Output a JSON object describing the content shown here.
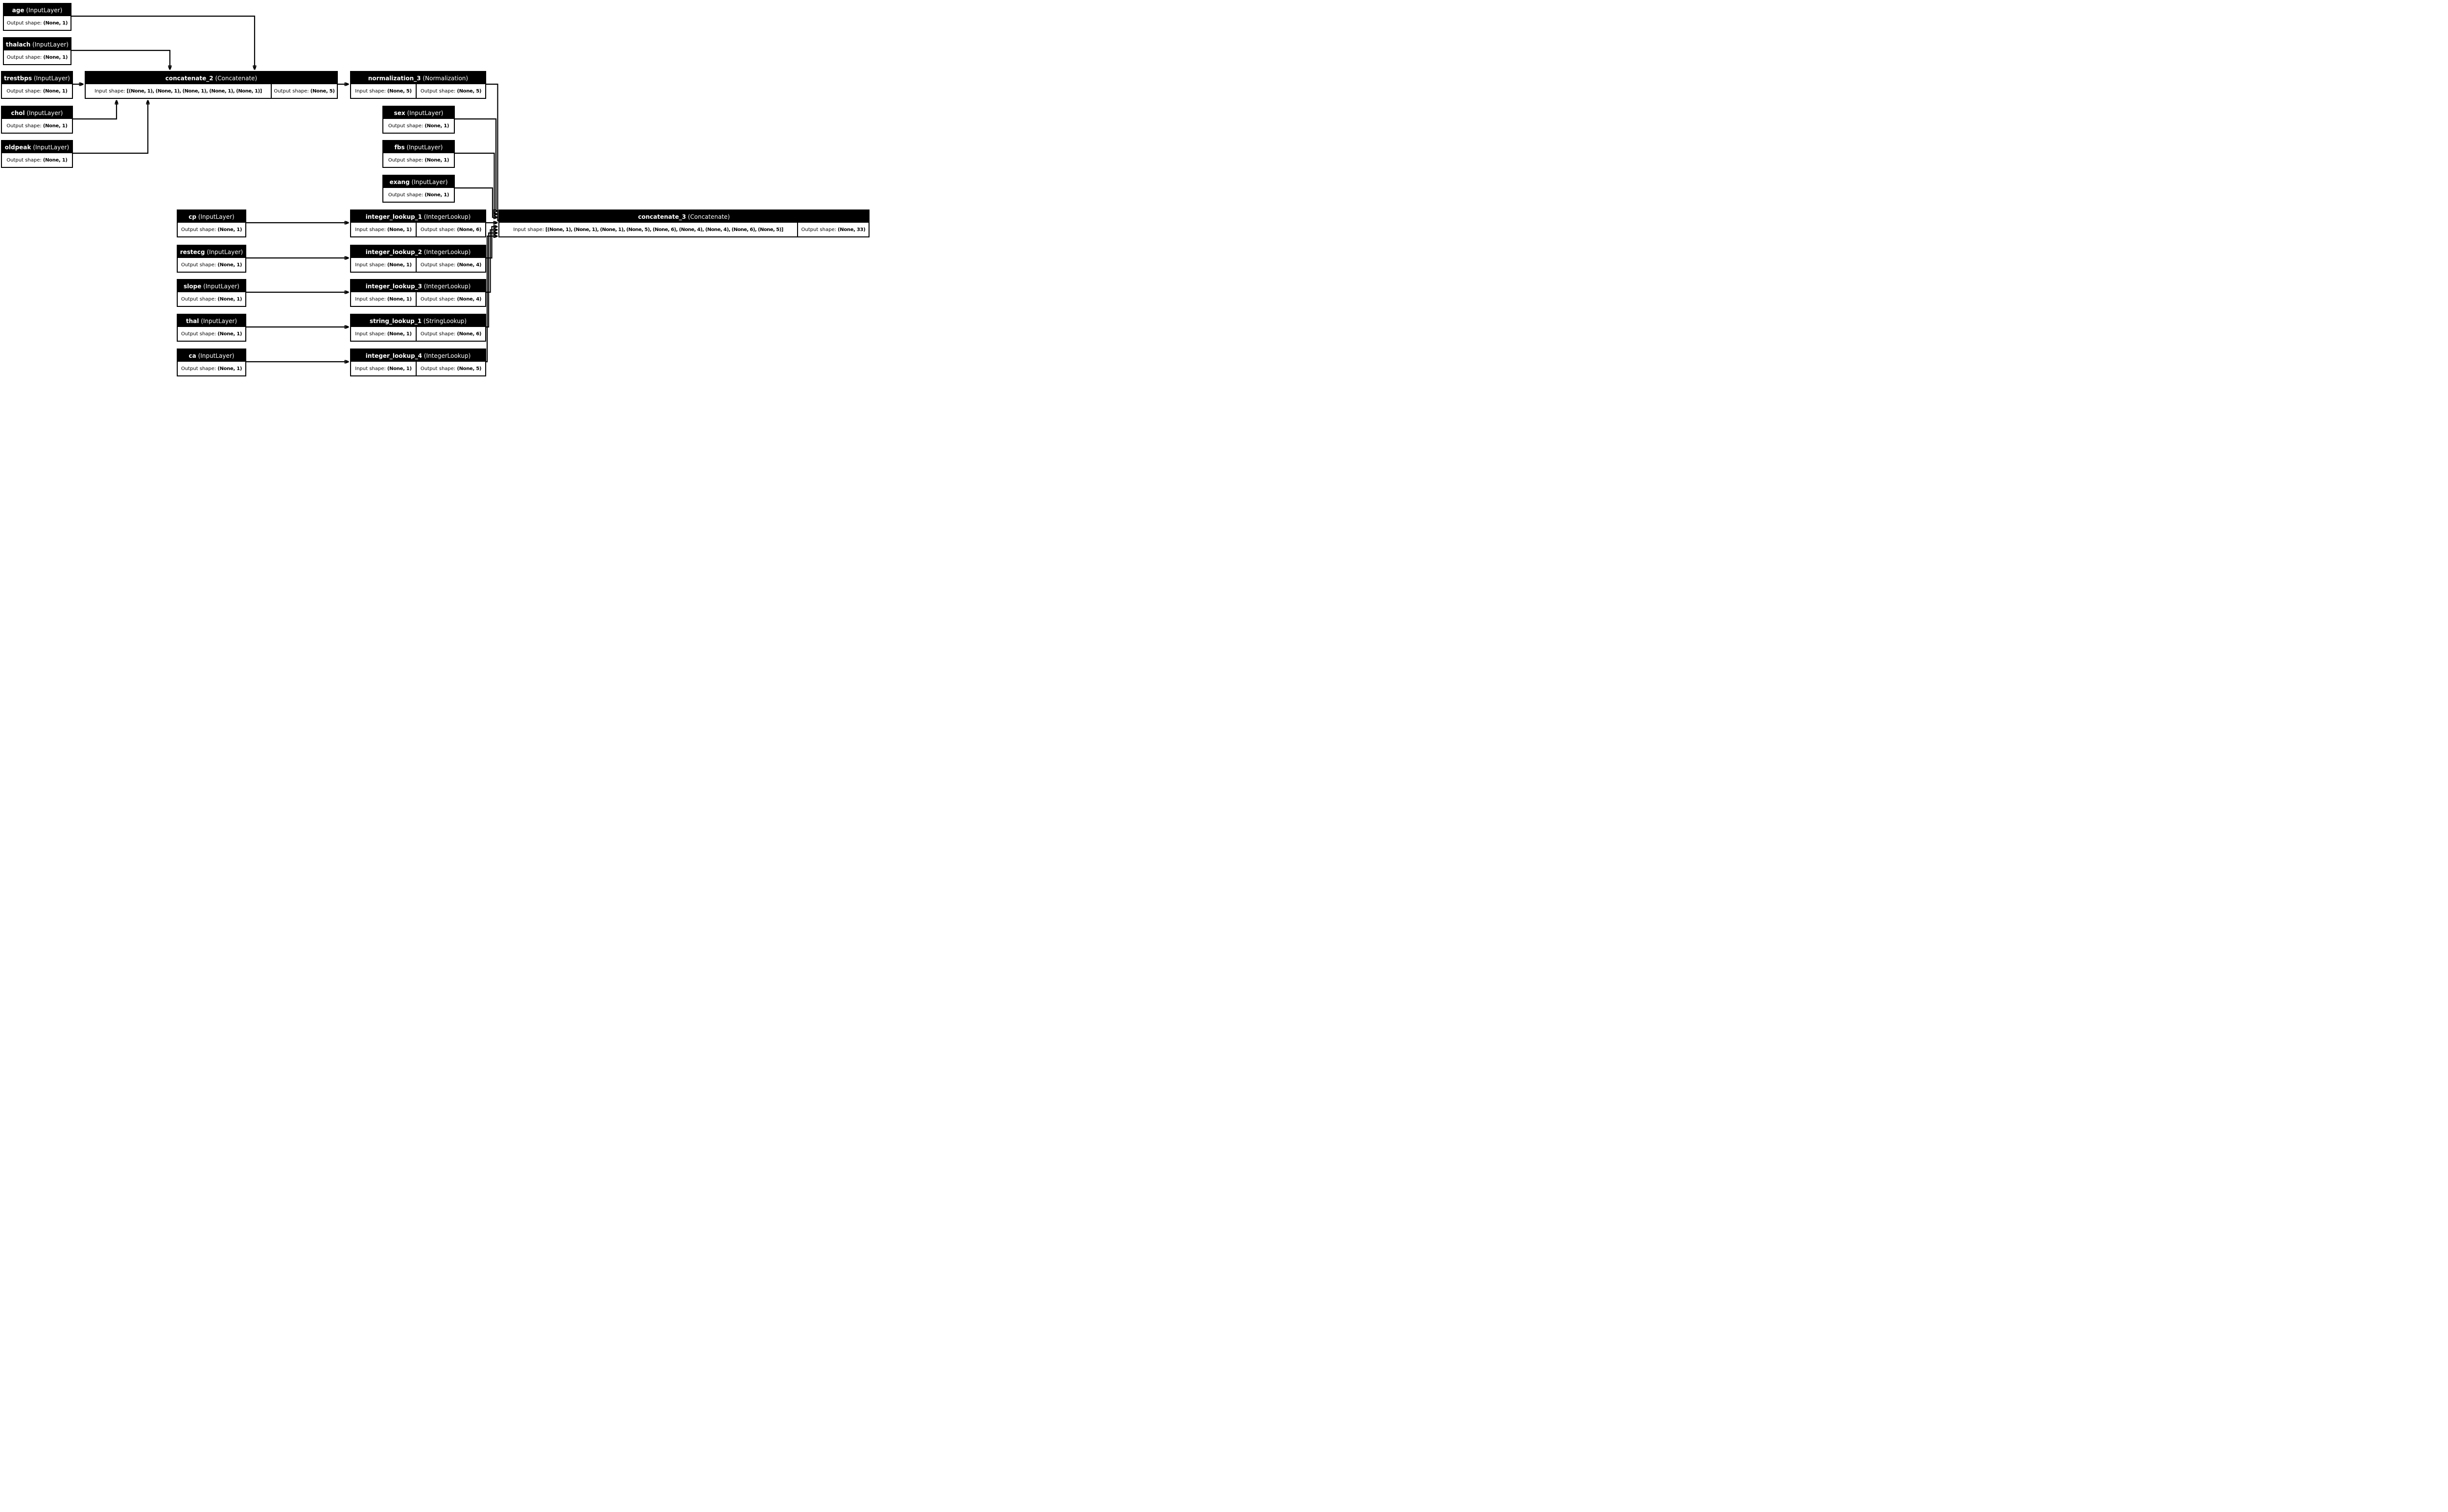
{
  "labels": {
    "input_prefix": "Input shape:",
    "output_prefix": "Output shape:"
  },
  "colors": {
    "node_header_fill": "#000000",
    "node_header_text": "#ffffff",
    "cell_fill": "#ffffff",
    "cell_text": "#000000",
    "edge": "#000000",
    "background": "#ffffff"
  },
  "nodes": {
    "age": {
      "name": "age",
      "type": "(InputLayer)",
      "output_shape": "(None, 1)"
    },
    "thalach": {
      "name": "thalach",
      "type": "(InputLayer)",
      "output_shape": "(None, 1)"
    },
    "trestbps": {
      "name": "trestbps",
      "type": "(InputLayer)",
      "output_shape": "(None, 1)"
    },
    "chol": {
      "name": "chol",
      "type": "(InputLayer)",
      "output_shape": "(None, 1)"
    },
    "oldpeak": {
      "name": "oldpeak",
      "type": "(InputLayer)",
      "output_shape": "(None, 1)"
    },
    "concatenate_2": {
      "name": "concatenate_2",
      "type": "(Concatenate)",
      "input_shape": "[(None, 1), (None, 1), (None, 1), (None, 1), (None, 1)]",
      "output_shape": "(None, 5)"
    },
    "normalization_3": {
      "name": "normalization_3",
      "type": "(Normalization)",
      "input_shape": "(None, 5)",
      "output_shape": "(None, 5)"
    },
    "sex": {
      "name": "sex",
      "type": "(InputLayer)",
      "output_shape": "(None, 1)"
    },
    "fbs": {
      "name": "fbs",
      "type": "(InputLayer)",
      "output_shape": "(None, 1)"
    },
    "exang": {
      "name": "exang",
      "type": "(InputLayer)",
      "output_shape": "(None, 1)"
    },
    "cp": {
      "name": "cp",
      "type": "(InputLayer)",
      "output_shape": "(None, 1)"
    },
    "integer_lookup_1": {
      "name": "integer_lookup_1",
      "type": "(IntegerLookup)",
      "input_shape": "(None, 1)",
      "output_shape": "(None, 6)"
    },
    "restecg": {
      "name": "restecg",
      "type": "(InputLayer)",
      "output_shape": "(None, 1)"
    },
    "integer_lookup_2": {
      "name": "integer_lookup_2",
      "type": "(IntegerLookup)",
      "input_shape": "(None, 1)",
      "output_shape": "(None, 4)"
    },
    "slope": {
      "name": "slope",
      "type": "(InputLayer)",
      "output_shape": "(None, 1)"
    },
    "integer_lookup_3": {
      "name": "integer_lookup_3",
      "type": "(IntegerLookup)",
      "input_shape": "(None, 1)",
      "output_shape": "(None, 4)"
    },
    "thal": {
      "name": "thal",
      "type": "(InputLayer)",
      "output_shape": "(None, 1)"
    },
    "string_lookup_1": {
      "name": "string_lookup_1",
      "type": "(StringLookup)",
      "input_shape": "(None, 1)",
      "output_shape": "(None, 6)"
    },
    "ca": {
      "name": "ca",
      "type": "(InputLayer)",
      "output_shape": "(None, 1)"
    },
    "integer_lookup_4": {
      "name": "integer_lookup_4",
      "type": "(IntegerLookup)",
      "input_shape": "(None, 1)",
      "output_shape": "(None, 5)"
    },
    "concatenate_3": {
      "name": "concatenate_3",
      "type": "(Concatenate)",
      "input_shape": "[(None, 1), (None, 1), (None, 1), (None, 5), (None, 6), (None, 4), (None, 4), (None, 6), (None, 5)]",
      "output_shape": "(None, 33)"
    }
  }
}
